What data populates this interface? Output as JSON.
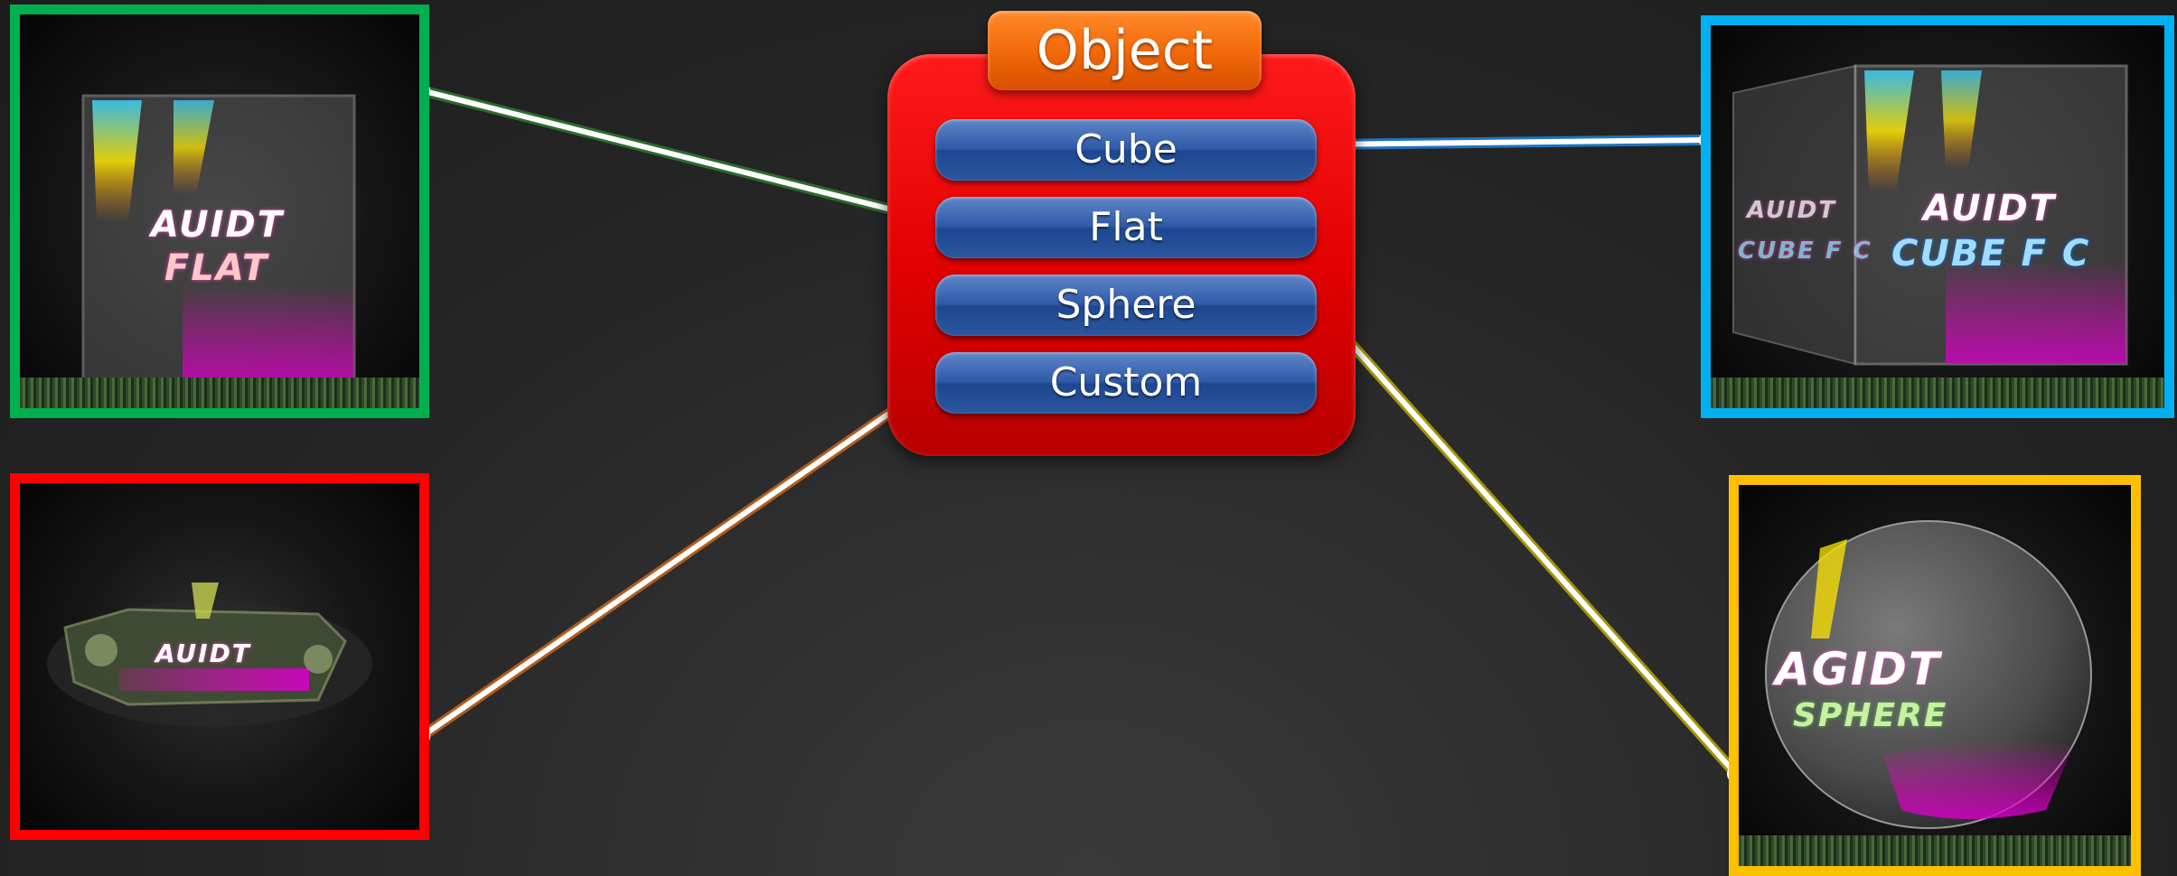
{
  "menu": {
    "title": "Object",
    "items": [
      {
        "id": "cube",
        "label": "Cube"
      },
      {
        "id": "flat",
        "label": "Flat"
      },
      {
        "id": "sphere",
        "label": "Sphere"
      },
      {
        "id": "custom",
        "label": "Custom"
      }
    ]
  },
  "thumbnails": {
    "flat": {
      "frame_color": "#00b050",
      "line1": "AUIDT",
      "line2": "FLAT"
    },
    "cube": {
      "frame_color": "#00b0f0",
      "line1": "AUIDT",
      "line2": "CUBE F C",
      "side1": "AUIDT",
      "side2": "CUBE F C"
    },
    "custom": {
      "frame_color": "#ff0000",
      "line1": "AUIDT"
    },
    "sphere": {
      "frame_color": "#ffc000",
      "line1": "AGIDT",
      "line2": "SPHERE"
    }
  },
  "connectors": {
    "flat": {
      "glow": "#2e7d32"
    },
    "cube": {
      "glow": "#1e88e5"
    },
    "sphere": {
      "glow": "#c0b000"
    },
    "custom": {
      "glow": "#d2691e"
    }
  }
}
